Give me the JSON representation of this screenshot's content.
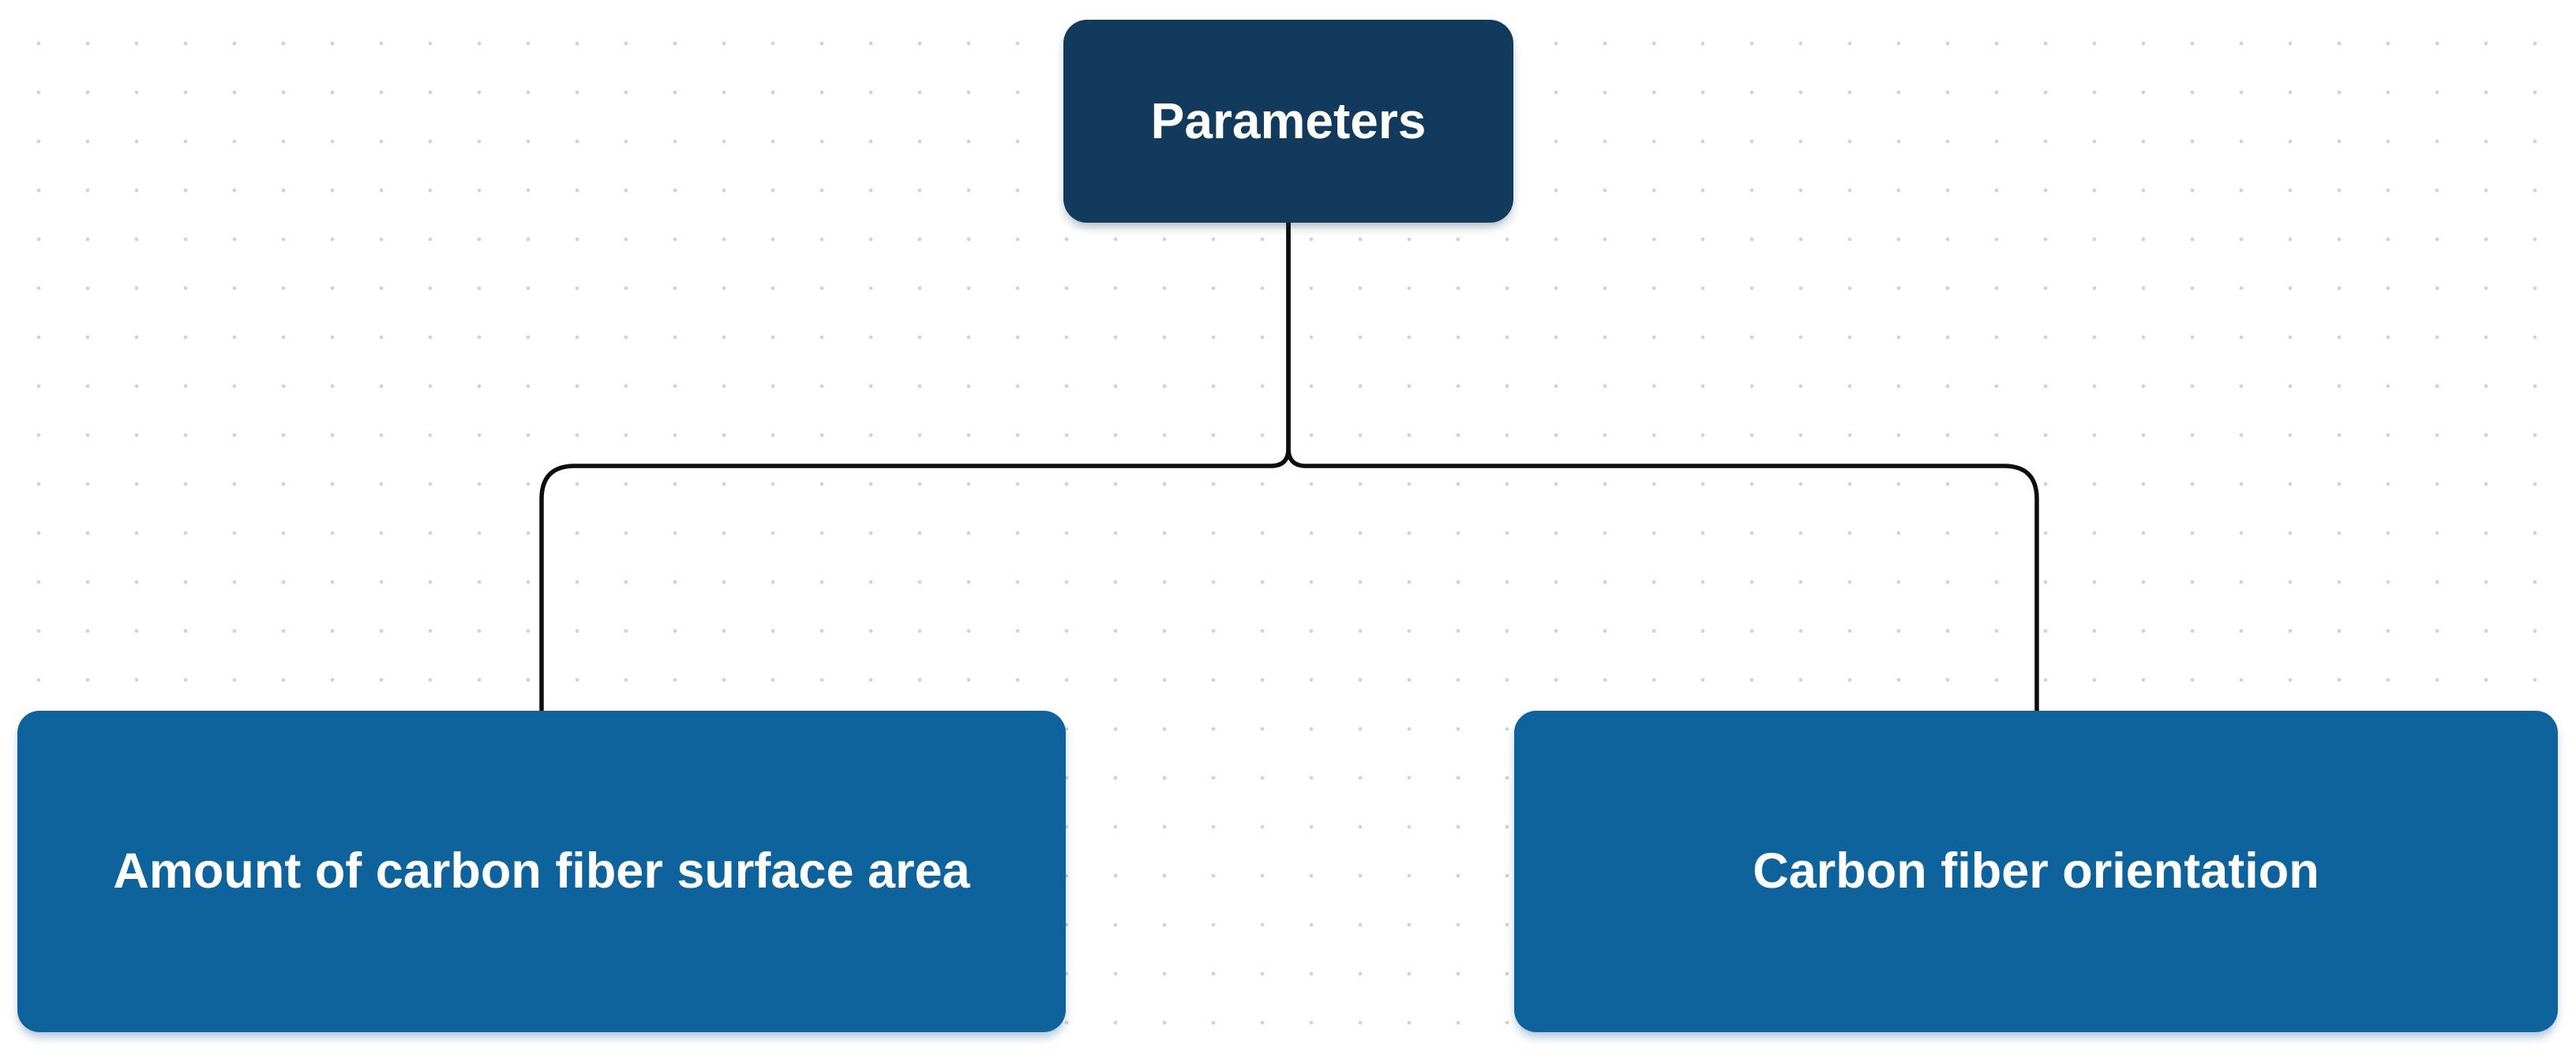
{
  "diagram": {
    "root": {
      "label": "Parameters"
    },
    "children": [
      {
        "label": "Amount of carbon fiber surface area"
      },
      {
        "label": "Carbon fiber orientation"
      }
    ],
    "colors": {
      "background": "#ffffff",
      "grid_dot": "#ccd2dc",
      "root_fill": "#113a5c",
      "child_fill": "#0e639c",
      "text": "#ffffff",
      "connector": "#0d0d0d"
    }
  }
}
